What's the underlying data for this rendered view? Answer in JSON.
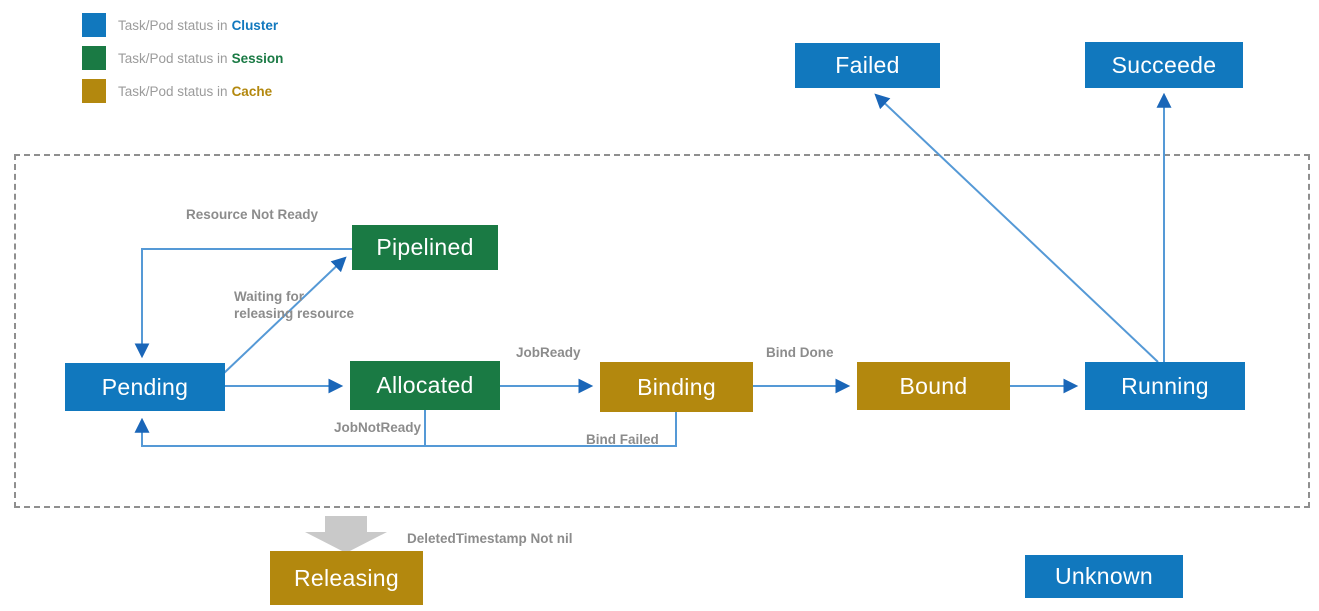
{
  "legend": {
    "items": [
      {
        "prefix": "Task/Pod status in",
        "scope": "Cluster",
        "color": "#1178be"
      },
      {
        "prefix": "Task/Pod status in",
        "scope": "Session",
        "color": "#1a7a44"
      },
      {
        "prefix": "Task/Pod status in",
        "scope": "Cache",
        "color": "#b3880e"
      }
    ]
  },
  "nodes": {
    "pending": {
      "label": "Pending",
      "scope": "Cluster"
    },
    "pipelined": {
      "label": "Pipelined",
      "scope": "Session"
    },
    "allocated": {
      "label": "Allocated",
      "scope": "Session"
    },
    "binding": {
      "label": "Binding",
      "scope": "Cache"
    },
    "bound": {
      "label": "Bound",
      "scope": "Cache"
    },
    "running": {
      "label": "Running",
      "scope": "Cluster"
    },
    "failed": {
      "label": "Failed",
      "scope": "Cluster"
    },
    "succeede": {
      "label": "Succeede",
      "scope": "Cluster"
    },
    "releasing": {
      "label": "Releasing",
      "scope": "Cache"
    },
    "unknown": {
      "label": "Unknown",
      "scope": "Cluster"
    }
  },
  "edges": {
    "resource_not_ready": {
      "label": "Resource Not Ready",
      "from": "Pipelined",
      "to": "Pending"
    },
    "waiting_for_releasing": {
      "label": "Waiting for\nreleasing resource",
      "from": "Pending",
      "to": "Pipelined"
    },
    "pending_to_allocated": {
      "label": "",
      "from": "Pending",
      "to": "Allocated"
    },
    "job_ready": {
      "label": "JobReady",
      "from": "Allocated",
      "to": "Binding"
    },
    "job_not_ready": {
      "label": "JobNotReady",
      "from": "Allocated",
      "to": "Pending"
    },
    "bind_done": {
      "label": "Bind Done",
      "from": "Binding",
      "to": "Bound"
    },
    "bind_failed": {
      "label": "Bind Failed",
      "from": "Binding",
      "to": "Pending"
    },
    "bound_to_running": {
      "label": "",
      "from": "Bound",
      "to": "Running"
    },
    "running_to_failed": {
      "label": "",
      "from": "Running",
      "to": "Failed"
    },
    "running_to_succeede": {
      "label": "",
      "from": "Running",
      "to": "Succeede"
    },
    "deleted_timestamp": {
      "label": "DeletedTimestamp Not nil",
      "from": "Cluster box",
      "to": "Releasing"
    }
  },
  "colors": {
    "cluster": "#1178be",
    "session": "#1a7a44",
    "cache": "#b3880e",
    "arrow_line": "#5599d6",
    "arrow_head": "#1a66b8",
    "edge_label": "#8c8c8c",
    "dashed_border": "#8f8f8f",
    "block_arrow": "#c9c9c9",
    "node_text": "#ffffff"
  }
}
